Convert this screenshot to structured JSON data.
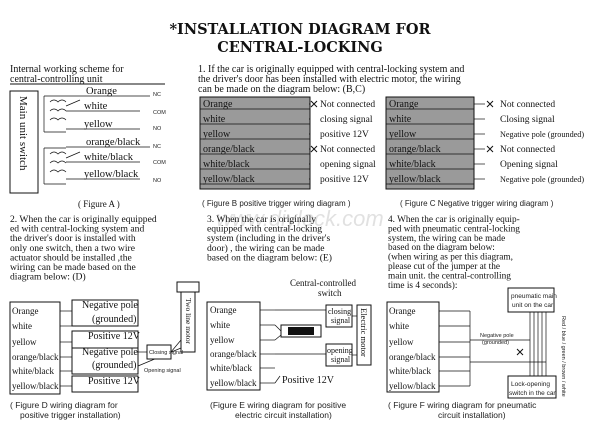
{
  "title_line1": "*INSTALLATION DIAGRAM FOR",
  "title_line2": "CENTRAL-LOCKING",
  "watermark": "www.diylock.com",
  "figA": {
    "heading1": "Internal working scheme for",
    "heading2": "central-controlling unit",
    "side_label": "Main unit switch",
    "wires": [
      "Orange",
      "white",
      "yellow",
      "orange/black",
      "white/black",
      "yellow/black"
    ],
    "contacts": [
      "NC",
      "COM",
      "NO",
      "NC",
      "COM",
      "NO"
    ],
    "caption": "( Figure A )"
  },
  "sec1": {
    "text1": "1. If the car is originally equipped with central-locking system and",
    "text2": "the driver's door has been installed with electric motor, the wiring",
    "text3": "can be made on the diagram below: (B,C)"
  },
  "figB": {
    "wires": [
      "Orange",
      "white",
      "yellow",
      "orange/black",
      "white/black",
      "yellow/black"
    ],
    "labels": [
      "Not connected",
      "closing signal",
      "positive 12V",
      "Not connected",
      "opening signal",
      "positive 12V"
    ],
    "caption": "( Figure B positive trigger wiring diagram )"
  },
  "figC": {
    "wires": [
      "Orange",
      "white",
      "yellow",
      "orange/black",
      "white/black",
      "yellow/black"
    ],
    "labels": [
      "Not connected",
      "Closing signal",
      "Negative pole (grounded)",
      "Not connected",
      "Opening signal",
      "Negative pole (grounded)"
    ],
    "caption": "( Figure C Negative trigger wiring diagram )"
  },
  "sec2": {
    "lines": [
      "2. When the car is originally equipped",
      "ed with central-locking system and",
      "the driver's door is installed with",
      "only one switch, then a two wire",
      "actuator should be installed ,the",
      "wiring can be made based on the",
      "diagram below: (D)"
    ]
  },
  "sec3": {
    "lines": [
      "3. When the car is originally",
      "equipped with central-locking",
      "system (including in the driver's",
      "door) , the wiring can be made",
      "based on the diagram below: (E)"
    ]
  },
  "sec4": {
    "lines": [
      "4. When the car is originally equip-",
      "ped with pneumatic central-locking",
      "system, the wiring can be made",
      "based on the diagram below:",
      "(when wiring as per this diagram,",
      "please cut of the jumper at the",
      "main unit. the central-controlling",
      "time is 4 seconds):"
    ]
  },
  "figD": {
    "wires": [
      "Orange",
      "white",
      "yellow",
      "orange/black",
      "white/black",
      "yellow/black"
    ],
    "labels": [
      "Negative pole",
      "(grounded)",
      "Positive 12V",
      "Negative pole",
      "(grounded)",
      "Positive 12V"
    ],
    "motor_label": "Two line motor",
    "closing_label": "Closing signal",
    "opening_label": "Opening signal",
    "caption1": "( Figure D wiring diagram for",
    "caption2": "positive trigger installation)"
  },
  "figE": {
    "wires": [
      "Orange",
      "white",
      "yellow",
      "orange/black",
      "white/black",
      "yellow/black"
    ],
    "switch_label1": "Central-controlled",
    "switch_label2": "switch",
    "closing1": "closing",
    "closing2": "signal",
    "opening1": "opening",
    "opening2": "signal",
    "motor_label": "Electric motor",
    "positive": "Positive 12V",
    "caption1": "(Figure E wiring diagram for positive",
    "caption2": "electric circuit installation)"
  },
  "figF": {
    "wires": [
      "Orange",
      "white",
      "yellow",
      "orange/black",
      "white/black",
      "yellow/black"
    ],
    "neg1": "Negative pole",
    "neg2": "(grounded)",
    "pneu1": "pneumatic main",
    "pneu2": "unit on the car",
    "side_labels": "Red / blue / green / brown / white",
    "lock1": "Lock-opening",
    "lock2": "switch in the car",
    "caption1": "( Figure F wiring diagram for pneumatic",
    "caption2": "circuit installation)"
  }
}
